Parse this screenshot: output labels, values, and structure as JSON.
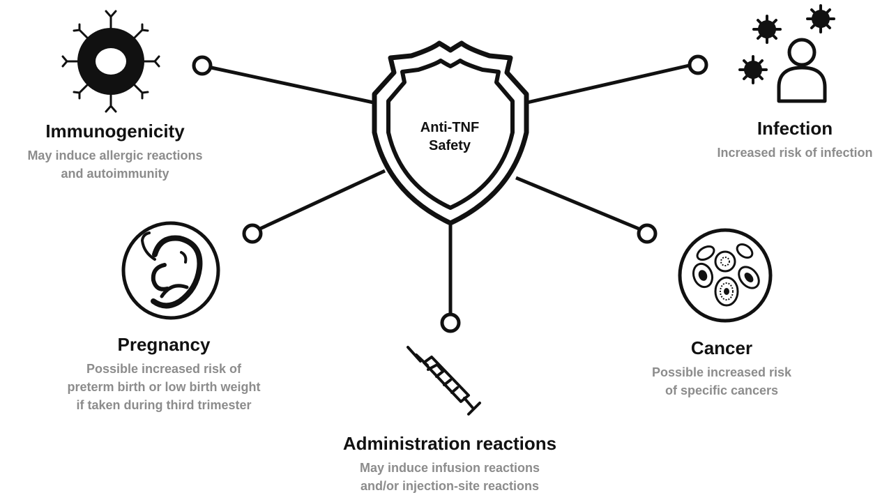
{
  "center": {
    "line1": "Anti-TNF",
    "line2": "Safety"
  },
  "nodes": {
    "immunogenicity": {
      "title": "Immunogenicity",
      "desc": [
        "May induce allergic reactions",
        "and autoimmunity"
      ]
    },
    "infection": {
      "title": "Infection",
      "desc": [
        "Increased risk of infection"
      ]
    },
    "pregnancy": {
      "title": "Pregnancy",
      "desc": [
        "Possible increased risk of",
        "preterm birth or low birth weight",
        "if taken during third trimester"
      ]
    },
    "cancer": {
      "title": "Cancer",
      "desc": [
        "Possible increased risk",
        "of specific cancers"
      ]
    },
    "administration": {
      "title": "Administration reactions",
      "desc": [
        "May induce infusion reactions",
        "and/or injection-site reactions"
      ]
    }
  },
  "icons": {
    "immunogenicity": "antibody-cell-icon",
    "infection": "virus-person-icon",
    "pregnancy": "fetus-icon",
    "cancer": "cancer-cells-icon",
    "administration": "syringe-icon",
    "center": "shield-icon"
  },
  "colors": {
    "title": "#111111",
    "description": "#8c8c8c",
    "stroke": "#111111"
  }
}
